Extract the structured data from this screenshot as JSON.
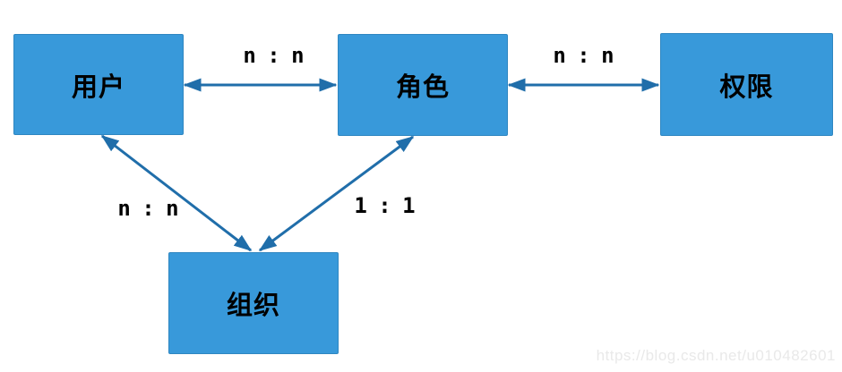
{
  "diagram": {
    "type": "entity-relationship",
    "nodes": [
      {
        "id": "user",
        "label": "用户"
      },
      {
        "id": "role",
        "label": "角色"
      },
      {
        "id": "permission",
        "label": "权限"
      },
      {
        "id": "organization",
        "label": "组织"
      }
    ],
    "edges": [
      {
        "id": "user-role",
        "from": "user",
        "to": "role",
        "label": "n : n",
        "arrows": "both"
      },
      {
        "id": "role-permission",
        "from": "role",
        "to": "permission",
        "label": "n : n",
        "arrows": "both"
      },
      {
        "id": "user-organization",
        "from": "user",
        "to": "organization",
        "label": "n : n",
        "arrows": "both"
      },
      {
        "id": "role-organization",
        "from": "role",
        "to": "organization",
        "label": "1 : 1",
        "arrows": "both"
      }
    ],
    "colors": {
      "node_fill": "#3899da",
      "node_border": "#2e86c1",
      "arrow": "#206eaa",
      "label_color": "#000000",
      "watermark_color": "#e9e9e9"
    }
  },
  "watermark": {
    "text": "https://blog.csdn.net/u010482601"
  }
}
